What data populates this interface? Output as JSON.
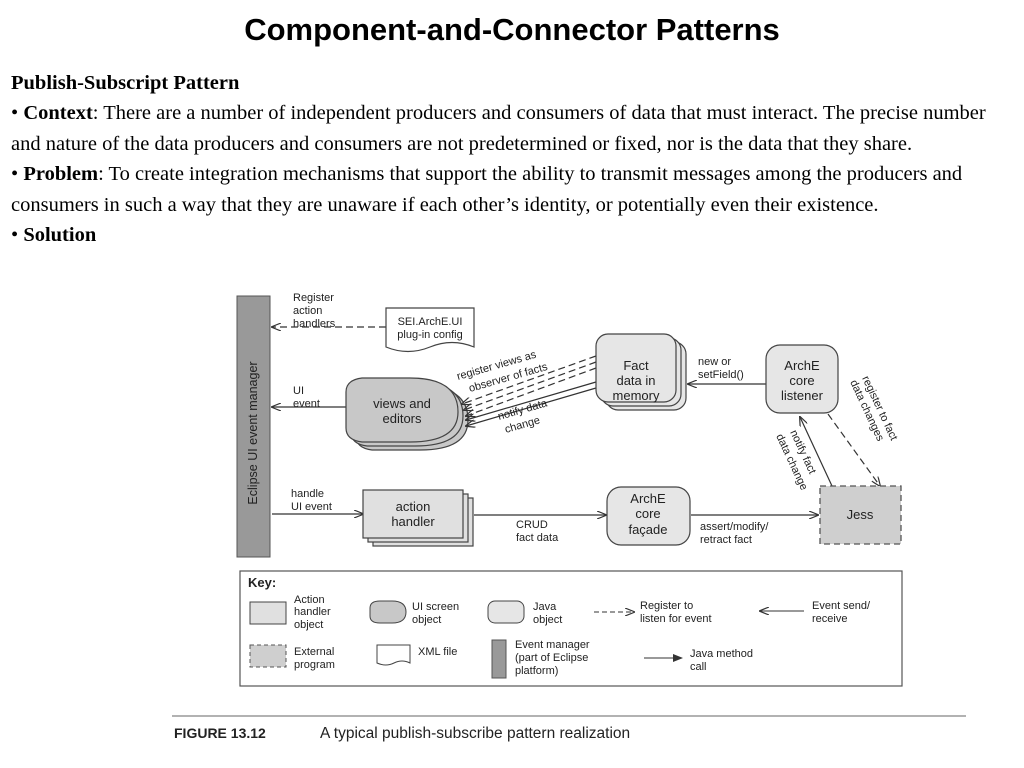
{
  "slide": {
    "title": "Component-and-Connector Patterns",
    "heading": "Publish-Subscript Pattern",
    "bullet": "•",
    "context_label": "Context",
    "context_text": ": There are a number of independent producers and consumers of data that must interact. The precise number and nature of the data producers and consumers are not predetermined or fixed, nor is the data that they share.",
    "problem_label": "Problem",
    "problem_text": ": To create integration mechanisms that support the ability to transmit messages among the producers and consumers in such a way that they are unaware if each other’s identity, or potentially even their existence.",
    "solution_label": "Solution"
  },
  "diagram": {
    "event_manager": "Eclipse UI event manager",
    "register_handlers": [
      "Register",
      "action",
      "handlers"
    ],
    "plugin_config": [
      "SEI.ArchE.UI",
      "plug-in config"
    ],
    "ui_event": [
      "UI",
      "event"
    ],
    "views_editors": [
      "views and",
      "editors"
    ],
    "register_views": [
      "register views as",
      "observer of facts"
    ],
    "fact_data": [
      "Fact",
      "data in",
      "memory"
    ],
    "new_or_setfield": [
      "new or",
      "setField()"
    ],
    "core_listener": [
      "ArchE",
      "core",
      "listener"
    ],
    "notify_data_change": [
      "notify data",
      "change"
    ],
    "register_fact_changes": [
      "register to fact",
      "data changes"
    ],
    "notify_fact_change": [
      "notify fact",
      "data change"
    ],
    "handle_ui_event": [
      "handle",
      "UI event"
    ],
    "action_handler": [
      "action",
      "handler"
    ],
    "crud": [
      "CRUD",
      "fact data"
    ],
    "core_facade": [
      "ArchE",
      "core",
      "façade"
    ],
    "assert_modify": [
      "assert/modify/",
      "retract fact"
    ],
    "jess": "Jess"
  },
  "key": {
    "title": "Key:",
    "action_handler_object": [
      "Action",
      "handler",
      "object"
    ],
    "ui_screen_object": [
      "UI screen",
      "object"
    ],
    "java_object": [
      "Java",
      "object"
    ],
    "register_to_listen": [
      "Register to",
      "listen for event"
    ],
    "event_send_receive": [
      "Event send/",
      "receive"
    ],
    "external_program": [
      "External",
      "program"
    ],
    "xml_file": "XML file",
    "event_manager_eclipse": [
      "Event manager",
      "(part of Eclipse",
      "platform)"
    ],
    "java_method_call": [
      "Java method",
      "call"
    ]
  },
  "figure": {
    "number": "FIGURE 13.12",
    "caption": "A typical publish-subscribe pattern realization"
  }
}
